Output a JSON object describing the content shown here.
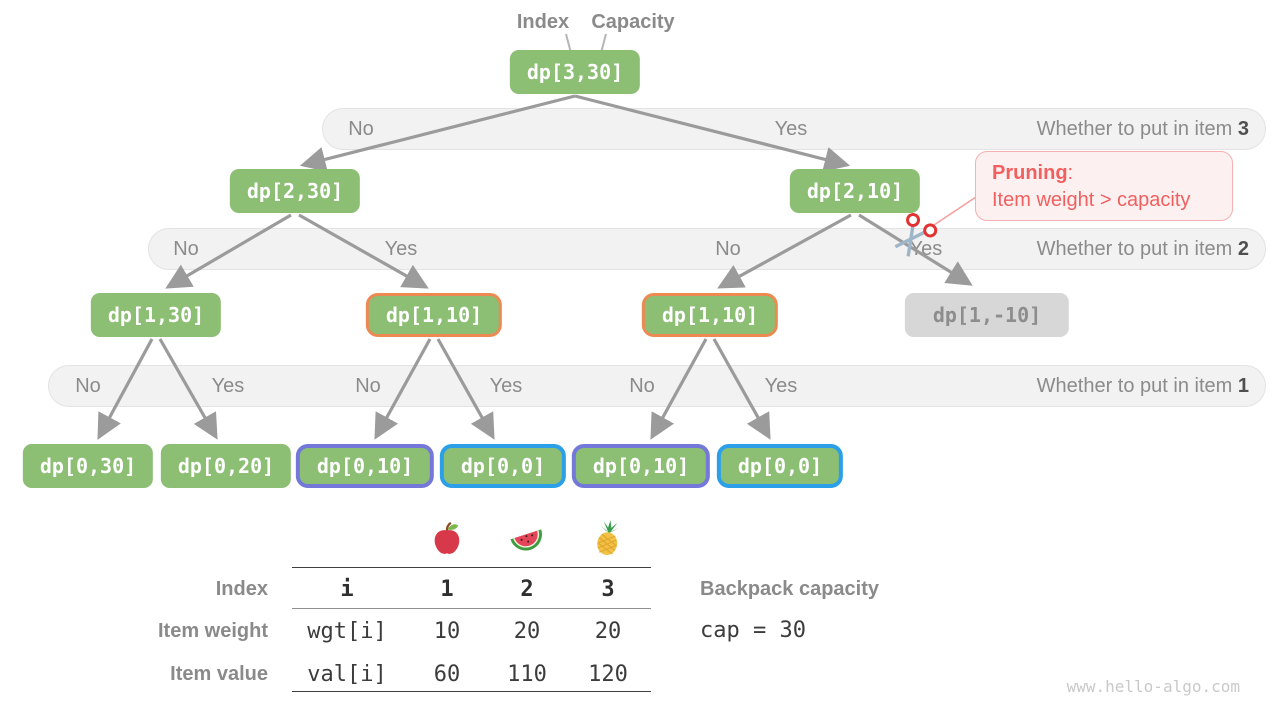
{
  "header": {
    "index_label": "Index",
    "capacity_label": "Capacity"
  },
  "nodes": {
    "root": "dp[3,30]",
    "l2_no": "dp[2,30]",
    "l2_yes": "dp[2,10]",
    "l1_a": "dp[1,30]",
    "l1_b": "dp[1,10]",
    "l1_c": "dp[1,10]",
    "l1_pruned": "dp[1,-10]",
    "l0_a": "dp[0,30]",
    "l0_b": "dp[0,20]",
    "l0_c": "dp[0,10]",
    "l0_d": "dp[0,0]",
    "l0_e": "dp[0,10]",
    "l0_f": "dp[0,0]"
  },
  "bands": [
    {
      "labels": [
        "No",
        "Yes"
      ],
      "question": "Whether to put in item",
      "item": "3"
    },
    {
      "labels": [
        "No",
        "Yes",
        "No",
        "Yes"
      ],
      "question": "Whether to put in item",
      "item": "2"
    },
    {
      "labels": [
        "No",
        "Yes",
        "No",
        "Yes",
        "No",
        "Yes"
      ],
      "question": "Whether to put in item",
      "item": "1"
    }
  ],
  "pruning": {
    "title": "Pruning",
    "colon": ":",
    "detail": "Item weight > capacity"
  },
  "table": {
    "row_labels": [
      "Index",
      "Item weight",
      "Item value"
    ],
    "fruits": [
      "apple",
      "watermelon",
      "pineapple"
    ],
    "header_row": [
      "i",
      "1",
      "2",
      "3"
    ],
    "weight_row": [
      "wgt[i]",
      "10",
      "20",
      "20"
    ],
    "value_row": [
      "val[i]",
      "60",
      "110",
      "120"
    ]
  },
  "capacity": {
    "label": "Backpack capacity",
    "value": "cap = 30"
  },
  "watermark": "www.hello-algo.com",
  "colors": {
    "node_green": "#8cbe74",
    "node_gray": "#d7d7d7",
    "border_orange": "#ec8a52",
    "border_purple": "#7479d9",
    "border_blue": "#2b9fe8",
    "pruning_red": "#f25f5f",
    "band_gray": "#f2f2f2",
    "arrow_gray": "#9b9b9b"
  }
}
